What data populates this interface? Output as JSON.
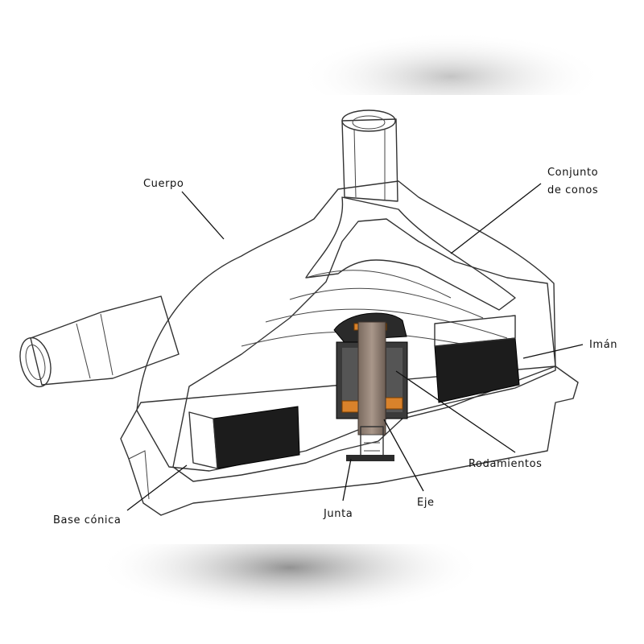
{
  "labels": {
    "cuerpo": "Cuerpo",
    "conjunto_line1": "Conjunto",
    "conjunto_line2": "de conos",
    "iman": "Imán",
    "rodamientos": "Rodamientos",
    "eje": "Eje",
    "junta": "Junta",
    "base_conica": "Base cónica"
  },
  "colors": {
    "magnet": "#1c1c1c",
    "shaft": "#8a7a6e",
    "bearing": "#d9822b",
    "body_shade": "#e4e4e4",
    "body_light": "#f7f7f7"
  }
}
